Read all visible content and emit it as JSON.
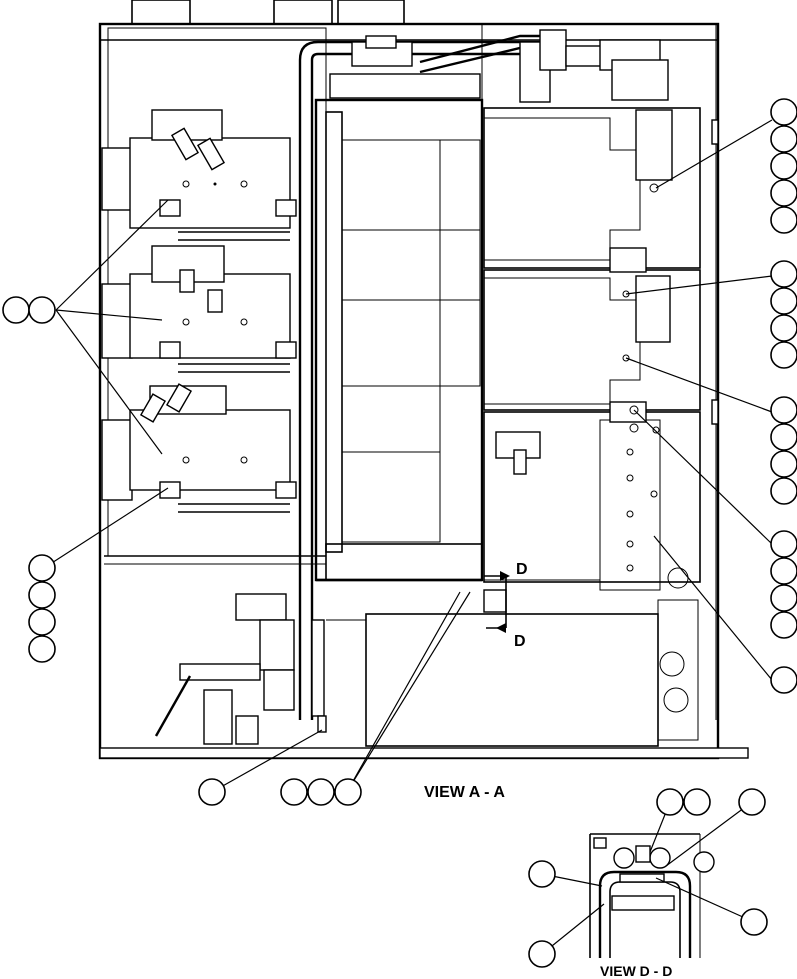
{
  "views": {
    "main_label": "VIEW A - A",
    "detail_label": "VIEW D - D",
    "section_marker_top": "D",
    "section_marker_bottom": "D"
  },
  "bubble_groups": [
    {
      "id": "left-pair",
      "count": 2
    },
    {
      "id": "left-stack",
      "count": 4
    },
    {
      "id": "right-stack-1",
      "count": 5
    },
    {
      "id": "right-stack-2",
      "count": 4
    },
    {
      "id": "right-stack-3",
      "count": 4
    },
    {
      "id": "right-stack-4",
      "count": 4
    },
    {
      "id": "right-single",
      "count": 1
    },
    {
      "id": "bottom-single",
      "count": 1
    },
    {
      "id": "bottom-triple",
      "count": 3
    },
    {
      "id": "detail-top-pair",
      "count": 2
    },
    {
      "id": "detail-top-right",
      "count": 1
    },
    {
      "id": "detail-left-upper",
      "count": 1
    },
    {
      "id": "detail-left-lower",
      "count": 1
    },
    {
      "id": "detail-right",
      "count": 1
    }
  ]
}
